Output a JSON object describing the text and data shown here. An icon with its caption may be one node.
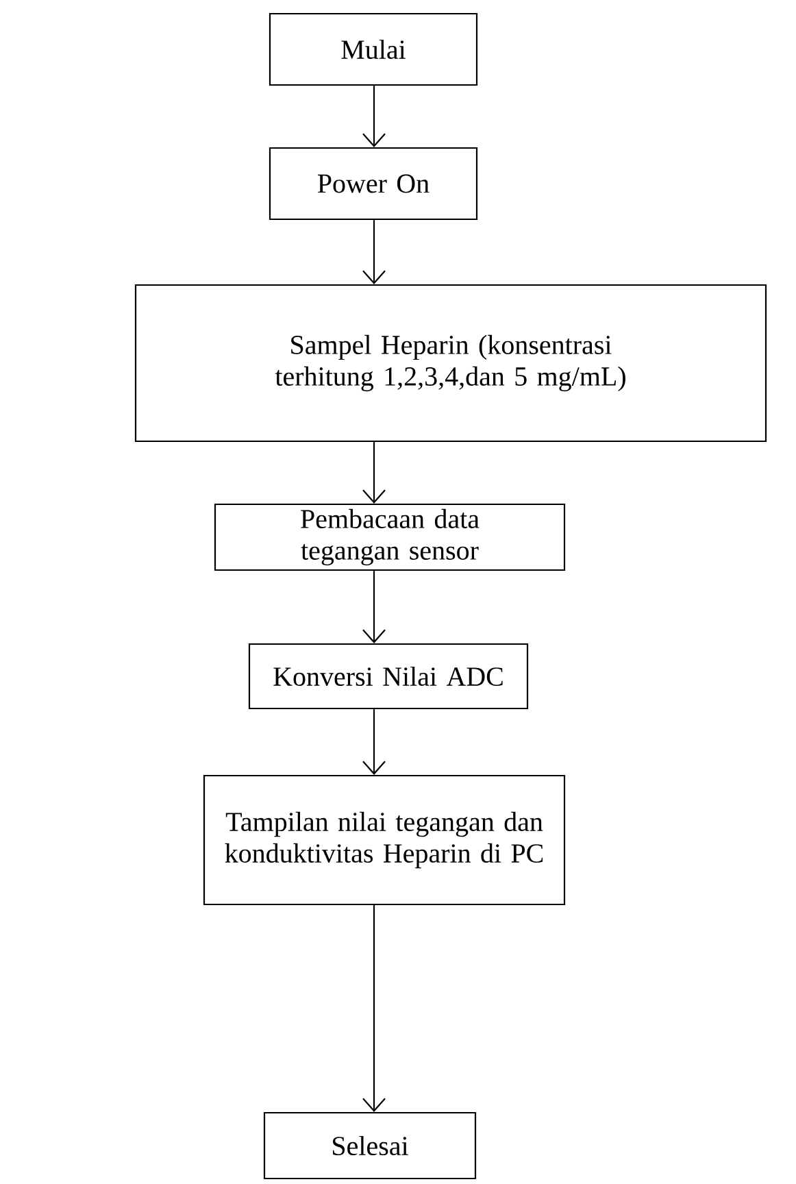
{
  "diagram": {
    "nodes": [
      {
        "text": [
          "Mulai"
        ]
      },
      {
        "text": [
          "Power On"
        ]
      },
      {
        "text": [
          "Sampel Heparin (konsentrasi terhitung 1,2,3,4,dan 5 mg/mL)"
        ]
      },
      {
        "text": [
          "Pembacaan data tegangan sensor"
        ]
      },
      {
        "text": [
          "Konversi Nilai ADC"
        ]
      },
      {
        "text": [
          "Tampilan nilai tegangan dan konduktivitas Heparin di PC"
        ]
      },
      {
        "text": [
          "Selesai"
        ]
      }
    ],
    "edges": [
      {
        "from": 0,
        "to": 1,
        "arrow": "to"
      },
      {
        "from": 1,
        "to": 2,
        "arrow": "to"
      },
      {
        "from": 2,
        "to": 3,
        "arrow": "to"
      },
      {
        "from": 3,
        "to": 4,
        "arrow": "to"
      },
      {
        "from": 4,
        "to": 5,
        "arrow": "to"
      },
      {
        "from": 5,
        "to": 6,
        "arrow": "to"
      }
    ]
  }
}
